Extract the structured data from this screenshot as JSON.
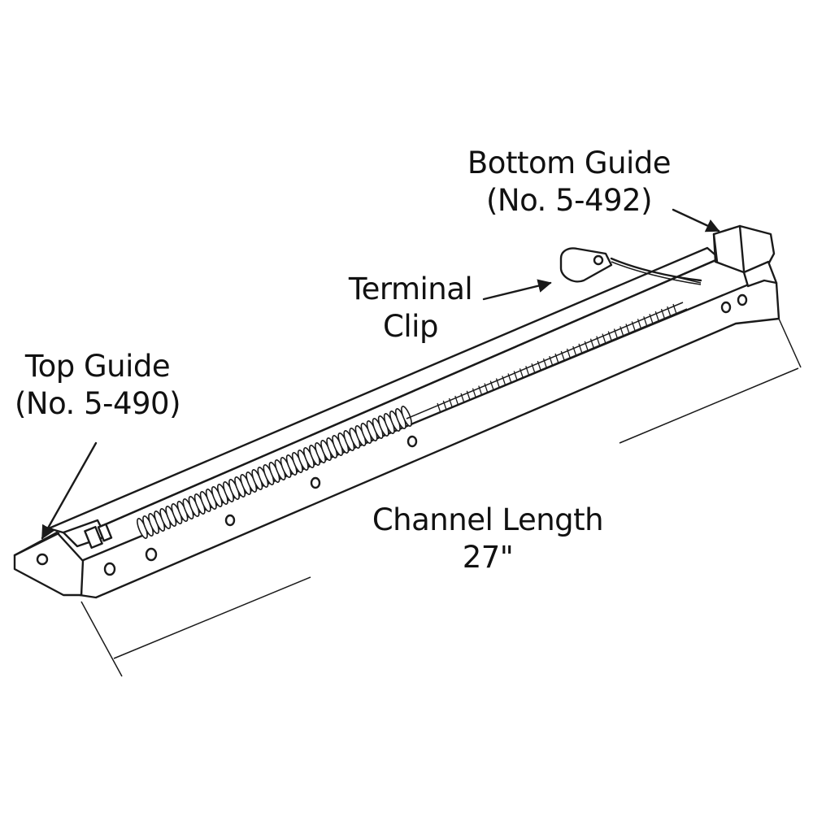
{
  "labels": {
    "bottom_guide": {
      "line1": "Bottom Guide",
      "line2": "(No. 5-492)"
    },
    "terminal_clip": {
      "line1": "Terminal",
      "line2": "Clip"
    },
    "top_guide": {
      "line1": "Top Guide",
      "line2": "(No. 5-490)"
    },
    "channel_length": {
      "line1": "Channel Length",
      "line2": "27\""
    }
  },
  "colors": {
    "ink": "#1a1a1a",
    "background": "#ffffff"
  }
}
